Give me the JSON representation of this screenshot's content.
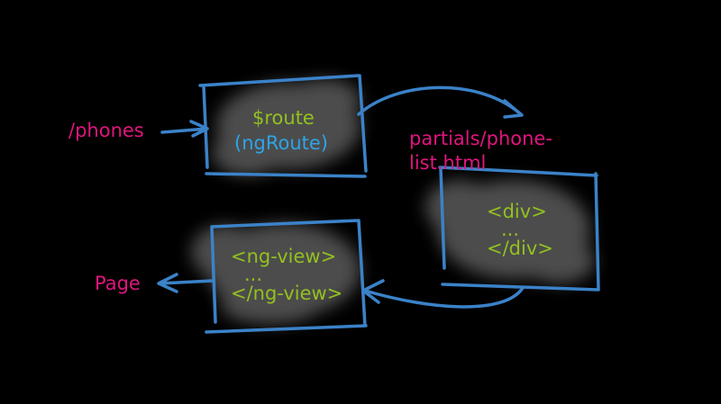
{
  "inputs": {
    "phones_label": "/phones",
    "page_label": "Page"
  },
  "route_box": {
    "line1": "$route",
    "line2": "(ngRoute)"
  },
  "template": {
    "label_line1": "partials/phone-",
    "label_line2": "list.html"
  },
  "div_box": {
    "line1": "<div>",
    "line2": "...",
    "line3": "</div>"
  },
  "ngview_box": {
    "line1": "<ng-view>",
    "line2": "...",
    "line3": "</ng-view>"
  },
  "colors": {
    "background": "#000000",
    "stroke": "#3b82c8",
    "label_pink": "#e0157e",
    "code_green": "#93c01f",
    "code_blue": "#2ea4e6"
  }
}
